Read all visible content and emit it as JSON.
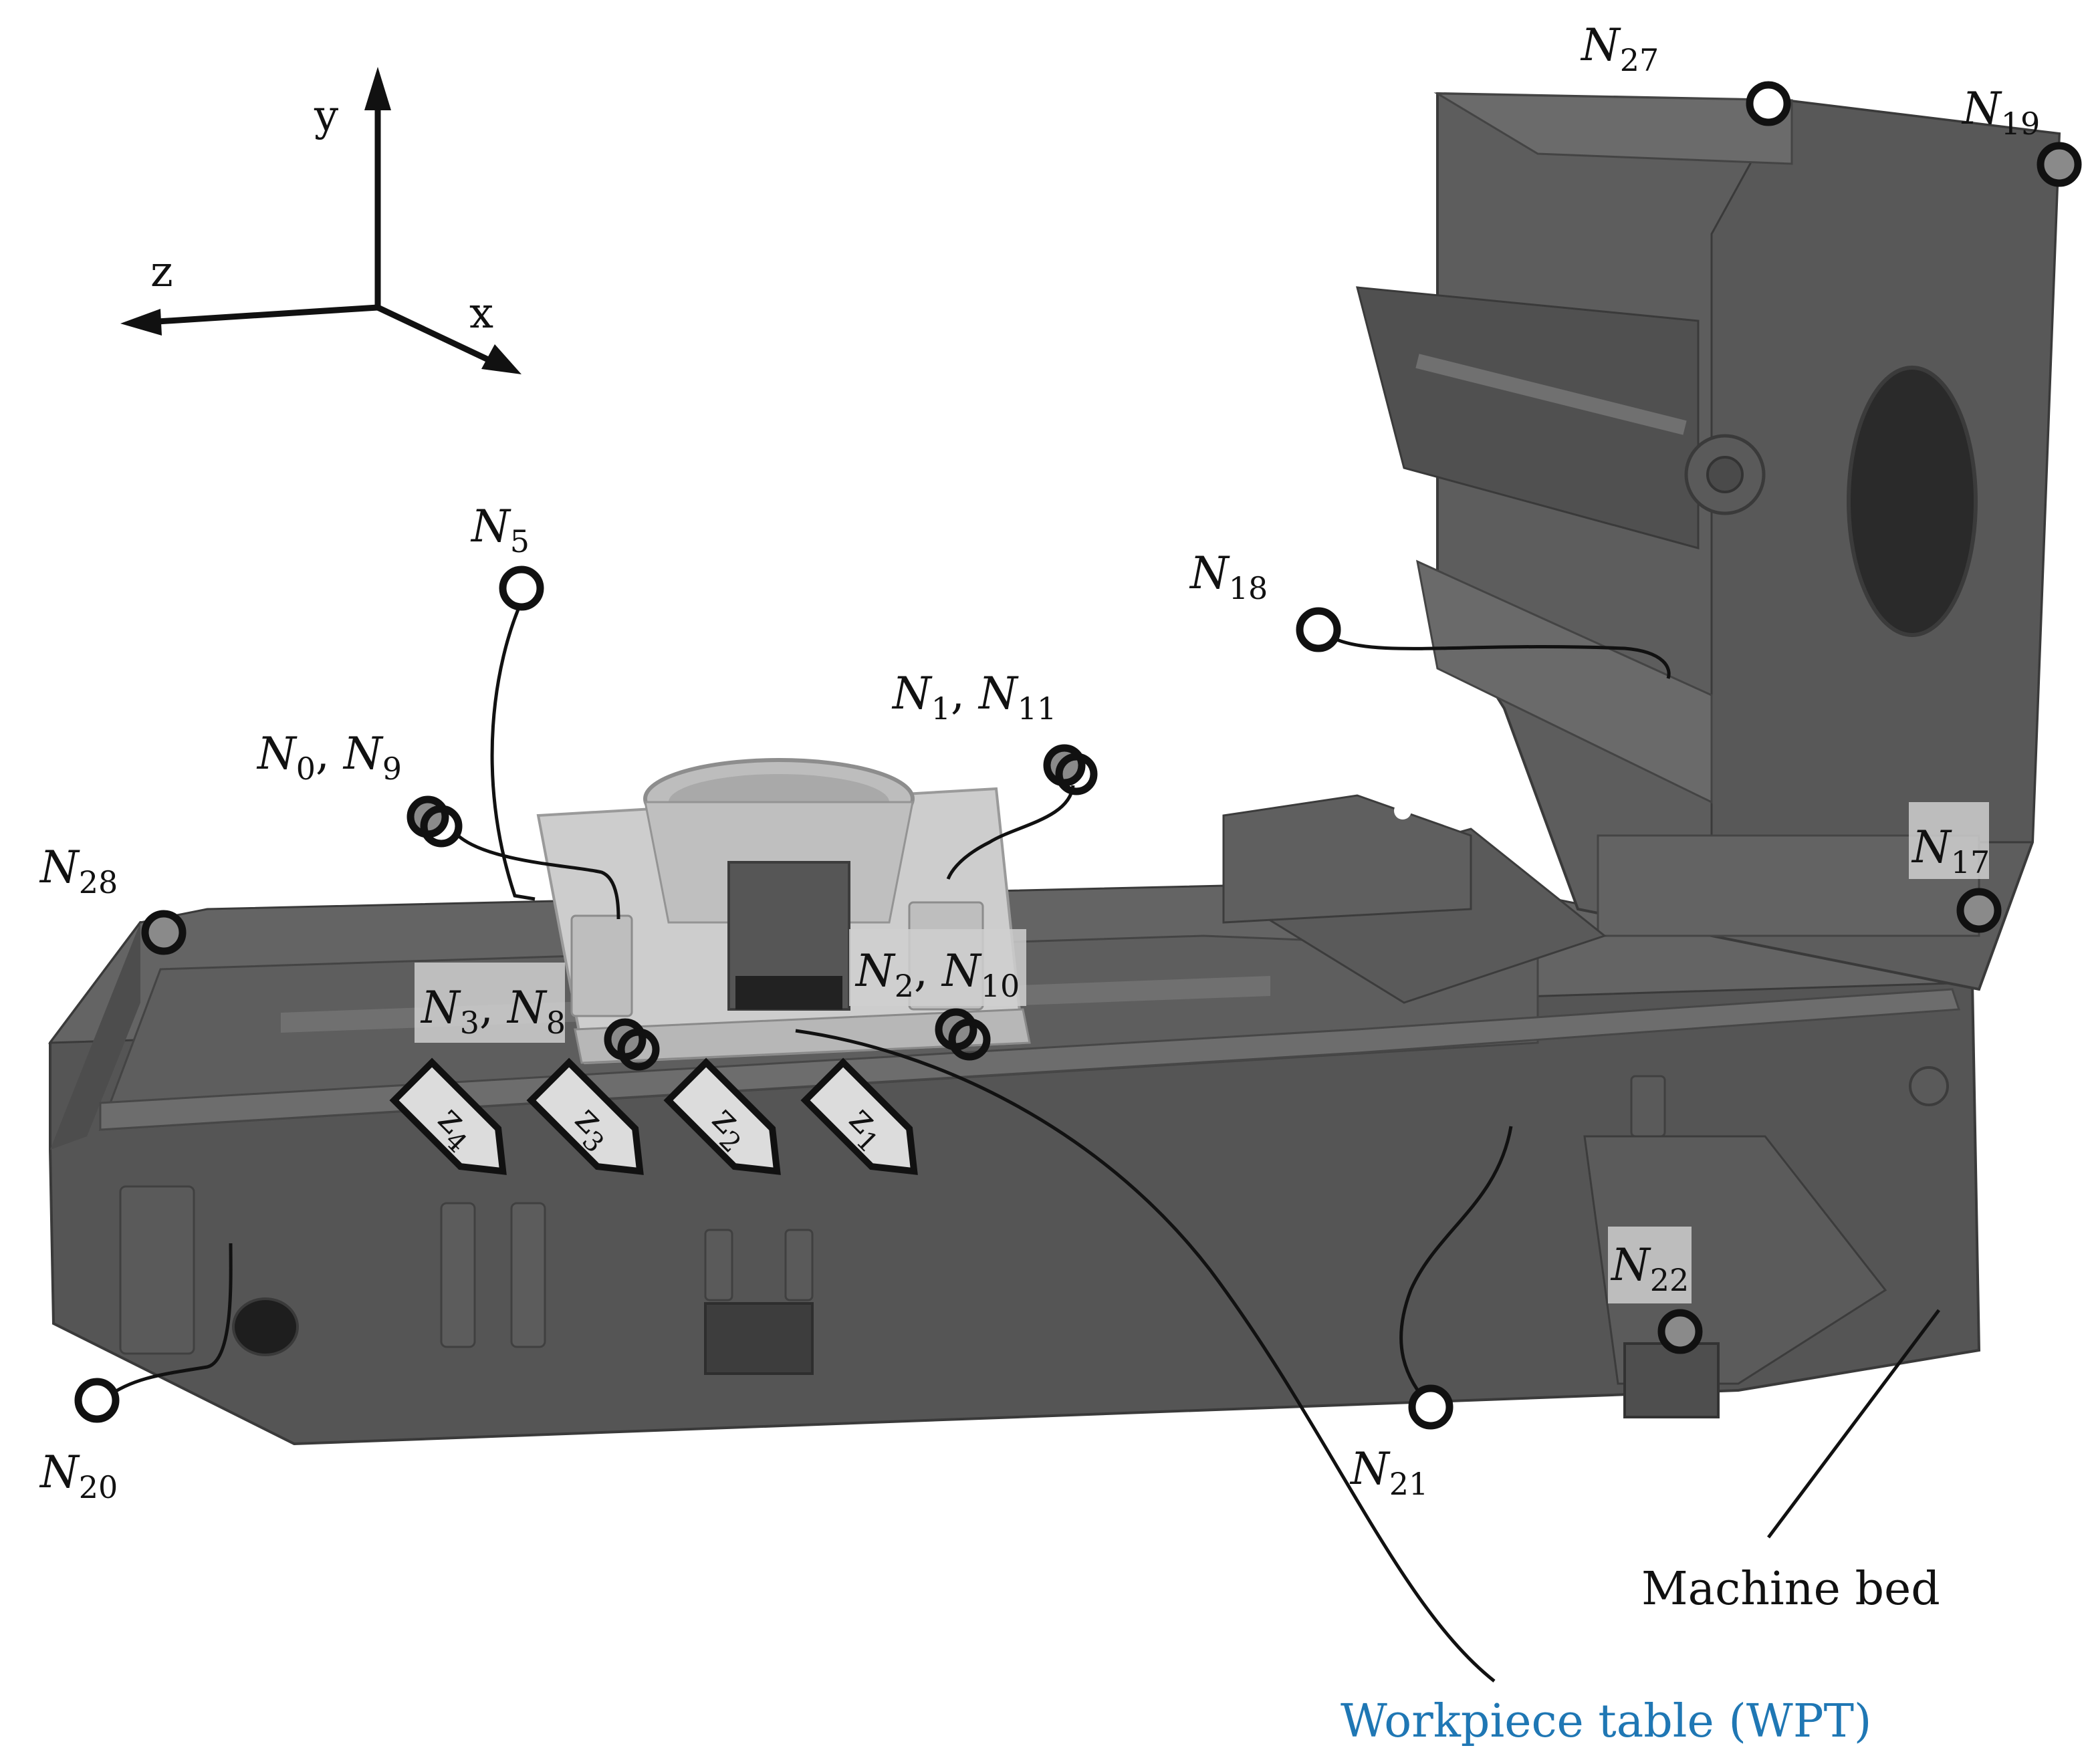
{
  "axes": {
    "y": "y",
    "z": "z",
    "x": "x"
  },
  "nodes": [
    {
      "id": "n27",
      "base": "N",
      "sub": "27"
    },
    {
      "id": "n19",
      "base": "N",
      "sub": "19"
    },
    {
      "id": "n5",
      "base": "N",
      "sub": "5"
    },
    {
      "id": "n18",
      "base": "N",
      "sub": "18"
    },
    {
      "id": "n1-n11",
      "base": "N",
      "sub": "1",
      "base2": "N",
      "sub2": "11"
    },
    {
      "id": "n0-n9",
      "base": "N",
      "sub": "0",
      "base2": "N",
      "sub2": "9"
    },
    {
      "id": "n28",
      "base": "N",
      "sub": "28"
    },
    {
      "id": "n17",
      "base": "N",
      "sub": "17"
    },
    {
      "id": "n2-n10",
      "base": "N",
      "sub": "2",
      "base2": "N",
      "sub2": "10"
    },
    {
      "id": "n3-n8",
      "base": "N",
      "sub": "3",
      "base2": "N",
      "sub2": "8"
    },
    {
      "id": "n22",
      "base": "N",
      "sub": "22"
    },
    {
      "id": "n20",
      "base": "N",
      "sub": "20"
    },
    {
      "id": "n21",
      "base": "N",
      "sub": "21"
    }
  ],
  "zones": [
    {
      "base": "z",
      "sub": "4"
    },
    {
      "base": "z",
      "sub": "3"
    },
    {
      "base": "z",
      "sub": "2"
    },
    {
      "base": "z",
      "sub": "1"
    }
  ],
  "labels": {
    "machine_bed": "Machine bed",
    "workpiece_table": "Workpiece table (WPT)"
  },
  "colors": {
    "bed": "#575757",
    "bed_dark": "#474747",
    "bed_light": "#6a6a6a",
    "table": "#cfcfcf",
    "wpt_label": "#1f77b4",
    "ink": "#111111"
  }
}
